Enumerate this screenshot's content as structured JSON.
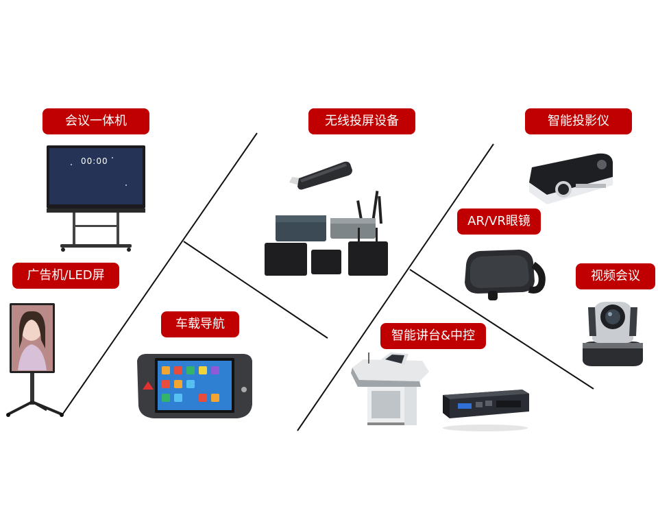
{
  "categories": {
    "conference_panel": "会议一体机",
    "ad_display": "广告机/LED屏",
    "wireless_casting": "无线投屏设备",
    "car_navigation": "车载导航",
    "smart_projector": "智能投影仪",
    "ar_vr_glasses": "AR/VR眼镜",
    "video_conference": "视频会议",
    "smart_podium": "智能讲台&中控"
  },
  "screens": {
    "conference_clock": "00:00"
  },
  "colors": {
    "label_bg": "#c00000",
    "label_text": "#ffffff",
    "divider": "#111111"
  }
}
